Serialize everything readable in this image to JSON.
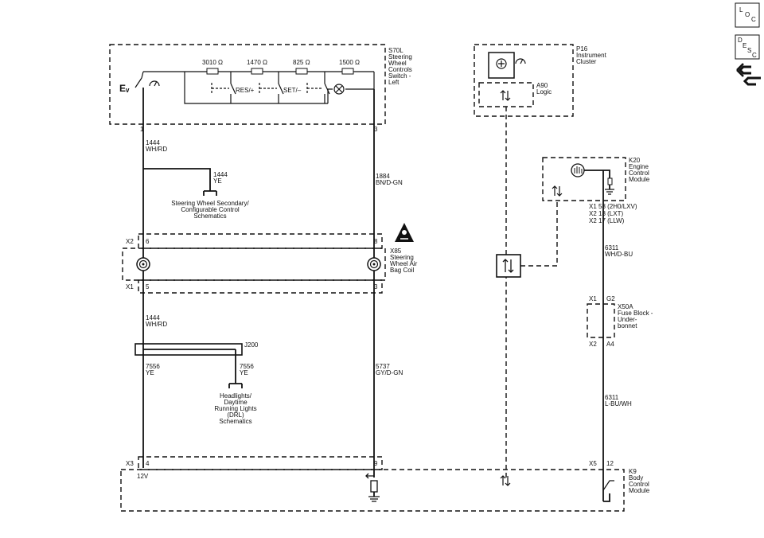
{
  "nav": {
    "loc_l": "L",
    "loc_o": "O",
    "loc_c": "C",
    "desc_d": "D",
    "desc_e": "E",
    "desc_s": "S",
    "desc_c": "C",
    "back_icon": "back-arrow-icon"
  },
  "s70l": {
    "title": [
      "S70L",
      "Steering",
      "Wheel",
      "Controls",
      "Switch -",
      "Left"
    ],
    "pin_left": "1",
    "pin_right": "3",
    "resistors": [
      "3010 Ω",
      "1470 Ω",
      "825 Ω",
      "1500 Ω"
    ],
    "switch_labels": [
      "RES/+",
      "SET/–"
    ]
  },
  "p16": {
    "title": [
      "P16",
      "Instrument",
      "Cluster"
    ],
    "a90": [
      "A90",
      "Logic"
    ]
  },
  "k20": {
    "title": [
      "K20",
      "Engine",
      "Control",
      "Module"
    ],
    "pins": [
      "X1   58 (2H0/LXV)",
      "X2   18 (LXT)",
      "X2   17 (LLW)"
    ]
  },
  "wires": {
    "w1444_top": [
      "1444",
      "WH/RD"
    ],
    "w1444_branch": [
      "1444",
      "YE"
    ],
    "w1884": [
      "1884",
      "BN/D-GN"
    ],
    "w6311_top": [
      "6311",
      "WH/D-BU"
    ],
    "w1444_bottom": [
      "1444",
      "WH/RD"
    ],
    "w7556_left": [
      "7556",
      "YE"
    ],
    "w7556_right": [
      "7556",
      "YE"
    ],
    "w5737": [
      "5737",
      "GY/D-GN"
    ],
    "w6311_bottom": [
      "6311",
      "L-BU/WH"
    ]
  },
  "schematic_refs": {
    "steering_secondary": [
      "Steering Wheel Secondary/",
      "Configurable Control",
      "Schematics"
    ],
    "headlights": [
      "Headlights/",
      "Daytime",
      "Running Lights",
      "(DRL)",
      "Schematics"
    ]
  },
  "x85": {
    "title": [
      "X85",
      "Steering",
      "Wheel Air",
      "Bag Coil"
    ],
    "x2": "X2",
    "x2_pin_left": "6",
    "x2_pin_right": "8",
    "x1": "X1",
    "x1_pin_left": "5",
    "x1_pin_right": "3"
  },
  "j200": {
    "label": "J200"
  },
  "x50a": {
    "title": [
      "X50A",
      "Fuse Block -",
      "Under-",
      "bonnet"
    ],
    "x1": "X1",
    "x1_pin": "G2",
    "x2": "X2",
    "x2_pin": "A4"
  },
  "k9": {
    "title": [
      "K9",
      "Body",
      "Control",
      "Module"
    ],
    "x3": "X3",
    "x3_pin_left": "4",
    "x3_pin_right": "9",
    "x5": "X5",
    "x5_pin": "12",
    "voltage": "12V"
  }
}
